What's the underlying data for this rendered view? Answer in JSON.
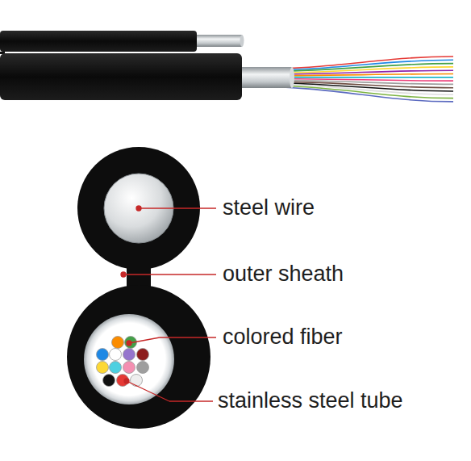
{
  "diagram": {
    "labels": [
      "steel wire",
      "outer sheath",
      "colored fiber",
      "stainless steel tube"
    ]
  }
}
